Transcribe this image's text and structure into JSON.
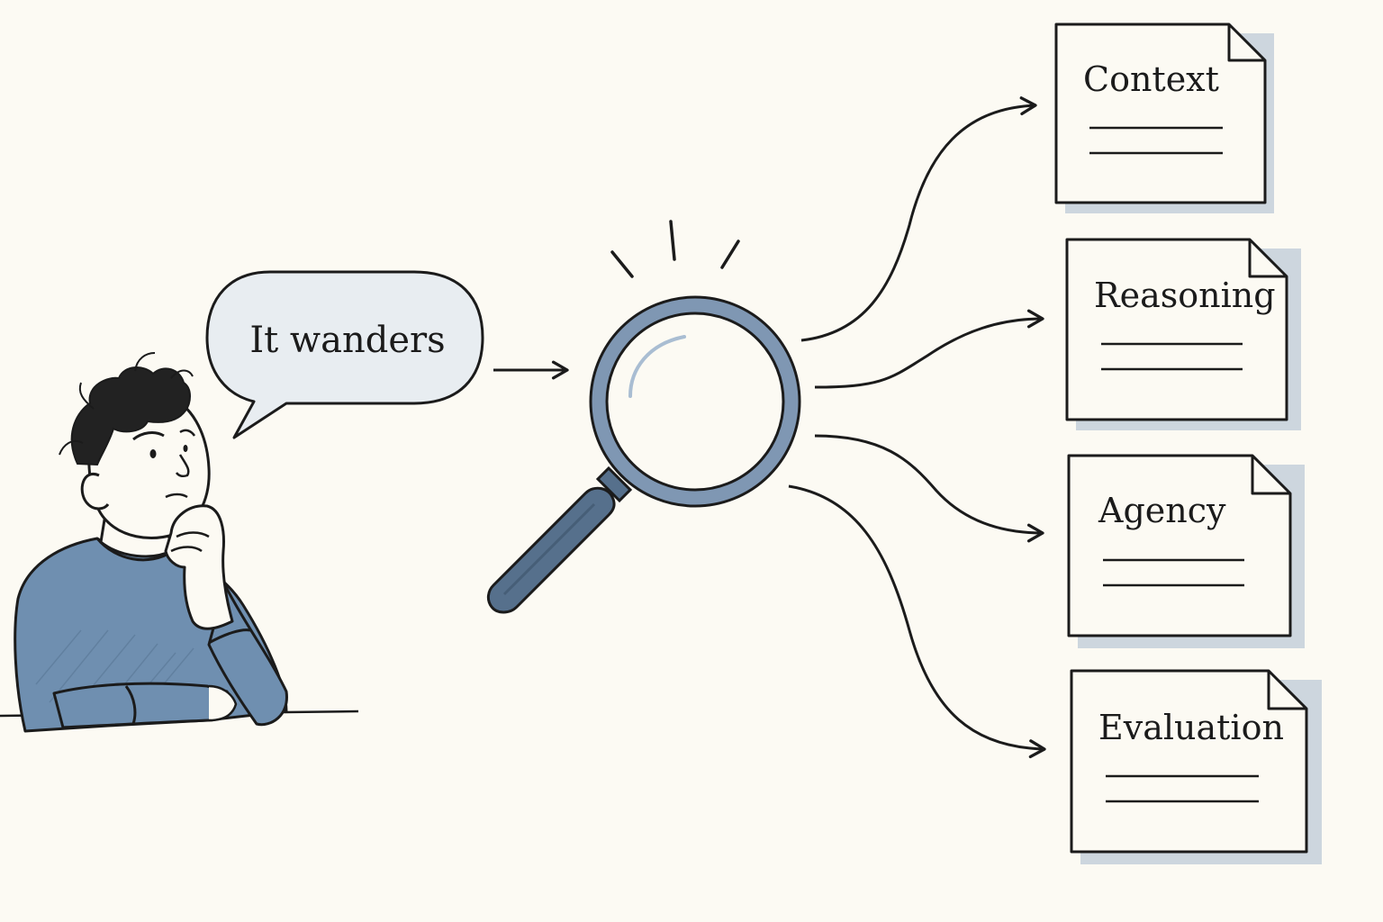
{
  "speech_bubble": {
    "text": "It wanders"
  },
  "documents": [
    {
      "label": "Context"
    },
    {
      "label": "Reasoning"
    },
    {
      "label": "Agency"
    },
    {
      "label": "Evaluation"
    }
  ],
  "colors": {
    "background": "#fcfaf3",
    "ink": "#1b1b1b",
    "shirt": "#6f8fb0",
    "bubble_fill": "#e8edf1",
    "lens_ring": "#7f97b3",
    "handle": "#56708c",
    "doc_shadow": "#cdd6de"
  }
}
